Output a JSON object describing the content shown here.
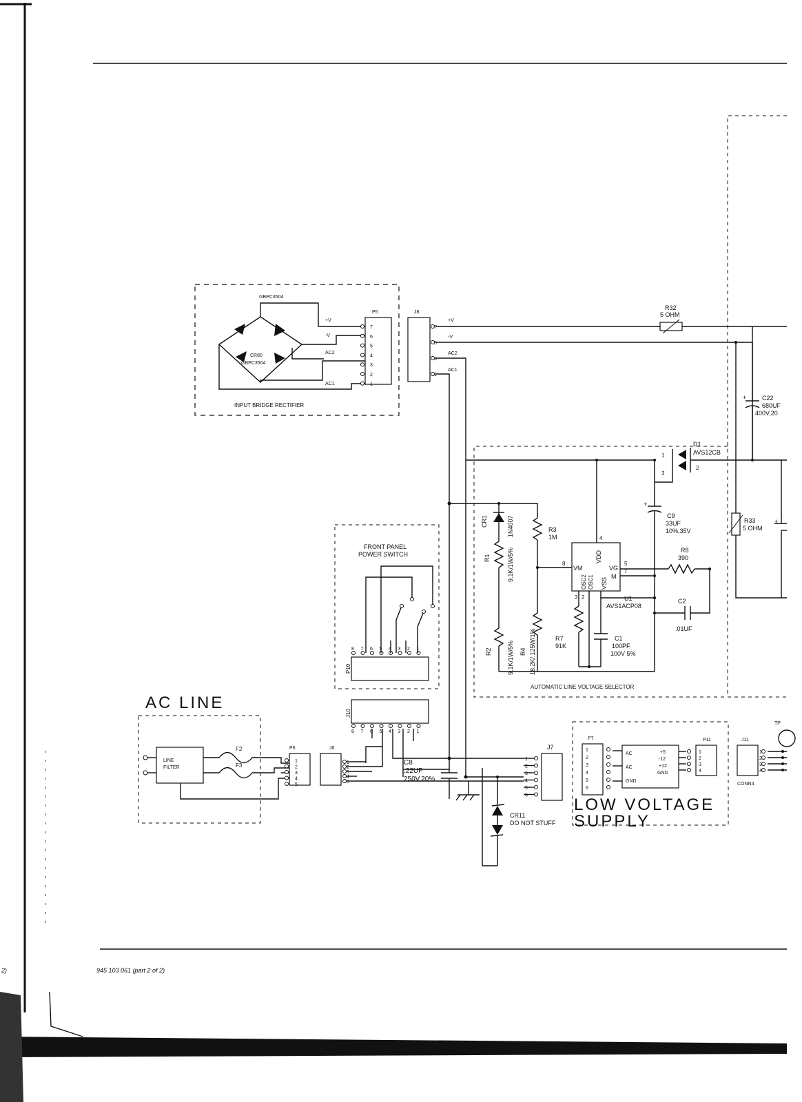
{
  "labels": {
    "gbpc_top": "GBPC3504",
    "cr80": "CR80",
    "gbpc_part": "GBPC3504",
    "input_bridge": "INPUT BRIDGE RECTIFIER",
    "p5": "P5",
    "j8": "J8",
    "pos_v": "+V",
    "neg_v": "-V",
    "ac2": "AC2",
    "ac1": "AC1",
    "r32_ref": "R32",
    "r32_val": "5 OHM",
    "c22_ref": "C22",
    "c22_val": "680UF",
    "c22_rating": "400V,20",
    "d1_ref": "D1",
    "d1_part": "AVS12CB",
    "cr1_ref": "CR1",
    "cr1_part": "1N4007",
    "r3_ref": "R3",
    "r3_val": "1M",
    "r1_ref": "R1",
    "r1_val": "9.1K/1W/5%",
    "r2_ref": "R2",
    "r2_val": "9.1K/1W/5%",
    "r4_ref": "R4",
    "r4_val": "18.2K/.125W/1%",
    "c9_ref": "C9",
    "c9_val": "33UF",
    "c9_rating": "10%,35V",
    "r8_ref": "R8",
    "r8_val": "390",
    "u1_ref": "U1",
    "u1_part": "AVS1ACP08",
    "u1_vdd": "VDD",
    "u1_vm": "VM",
    "u1_vg": "VG",
    "u1_m": "M",
    "u1_vss": "VSS",
    "u1_osc1": "OSC1",
    "u1_osc2": "OSC2",
    "c2_ref": "C2",
    "c2_val": ".01UF",
    "r7_ref": "R7",
    "r7_val": "91K",
    "c1_ref": "C1",
    "c1_val": "100PF",
    "c1_rating": "100V 5%",
    "r33_ref": "R33",
    "r33_val": "5 OHM",
    "alvs": "AUTOMATIC LINE VOLTAGE SELECTOR",
    "fps_line1": "FRONT PANEL",
    "fps_line2": "POWER SWITCH",
    "p10": "P10",
    "j10": "J10",
    "ac_line": "AC LINE",
    "line_filter_1": "LINE",
    "line_filter_2": "FILTER",
    "f2": "F2",
    "f3": "F3",
    "p6": "P6",
    "j6": "J6",
    "c8_ref": "C8",
    "c8_val": ".22UF",
    "c8_rating": "250V,20%",
    "j7": "J7",
    "cr11_ref": "CR11",
    "cr11_note": "DO NOT STUFF",
    "p7": "P7",
    "p11": "P11",
    "lv_ac1": "AC",
    "lv_ac2": "AC",
    "lv_gnd": "GND",
    "lv_p5": "+5",
    "lv_m12": "-12",
    "lv_p12": "+12",
    "lv_gnd2": "GND",
    "lvs_line1": "LOW VOLTAGE",
    "lvs_line2": "SUPPLY",
    "j11": "J11",
    "conn4": "CONN4",
    "tp": "TP",
    "footer": "945 103 061 (part 2 of 2)",
    "margin_mark": "2)"
  },
  "pins": {
    "p5": [
      "7",
      "6",
      "5",
      "4",
      "3",
      "2",
      "1"
    ],
    "j8": [
      "7",
      "5",
      "3",
      "1"
    ],
    "p6": [
      "1",
      "2",
      "3",
      "4",
      "5"
    ],
    "j6": [
      "1",
      "2",
      "3",
      "4",
      "5"
    ],
    "j7": [
      "1",
      "2",
      "3",
      "4",
      "5",
      "6"
    ],
    "p7": [
      "1",
      "2",
      "3",
      "4",
      "5",
      "6"
    ],
    "p11": [
      "1",
      "2",
      "3",
      "4"
    ],
    "j11": [
      "1",
      "2",
      "3",
      "4"
    ],
    "p10": [
      "8",
      "7",
      "6",
      "5",
      "4",
      "3",
      "2",
      "1"
    ],
    "j10": [
      "8",
      "7",
      "6",
      "5",
      "4",
      "3",
      "2",
      "1"
    ],
    "u1": [
      "4",
      "8",
      "5",
      "7",
      "3",
      "2"
    ],
    "d1": [
      "1",
      "2",
      "3"
    ]
  }
}
